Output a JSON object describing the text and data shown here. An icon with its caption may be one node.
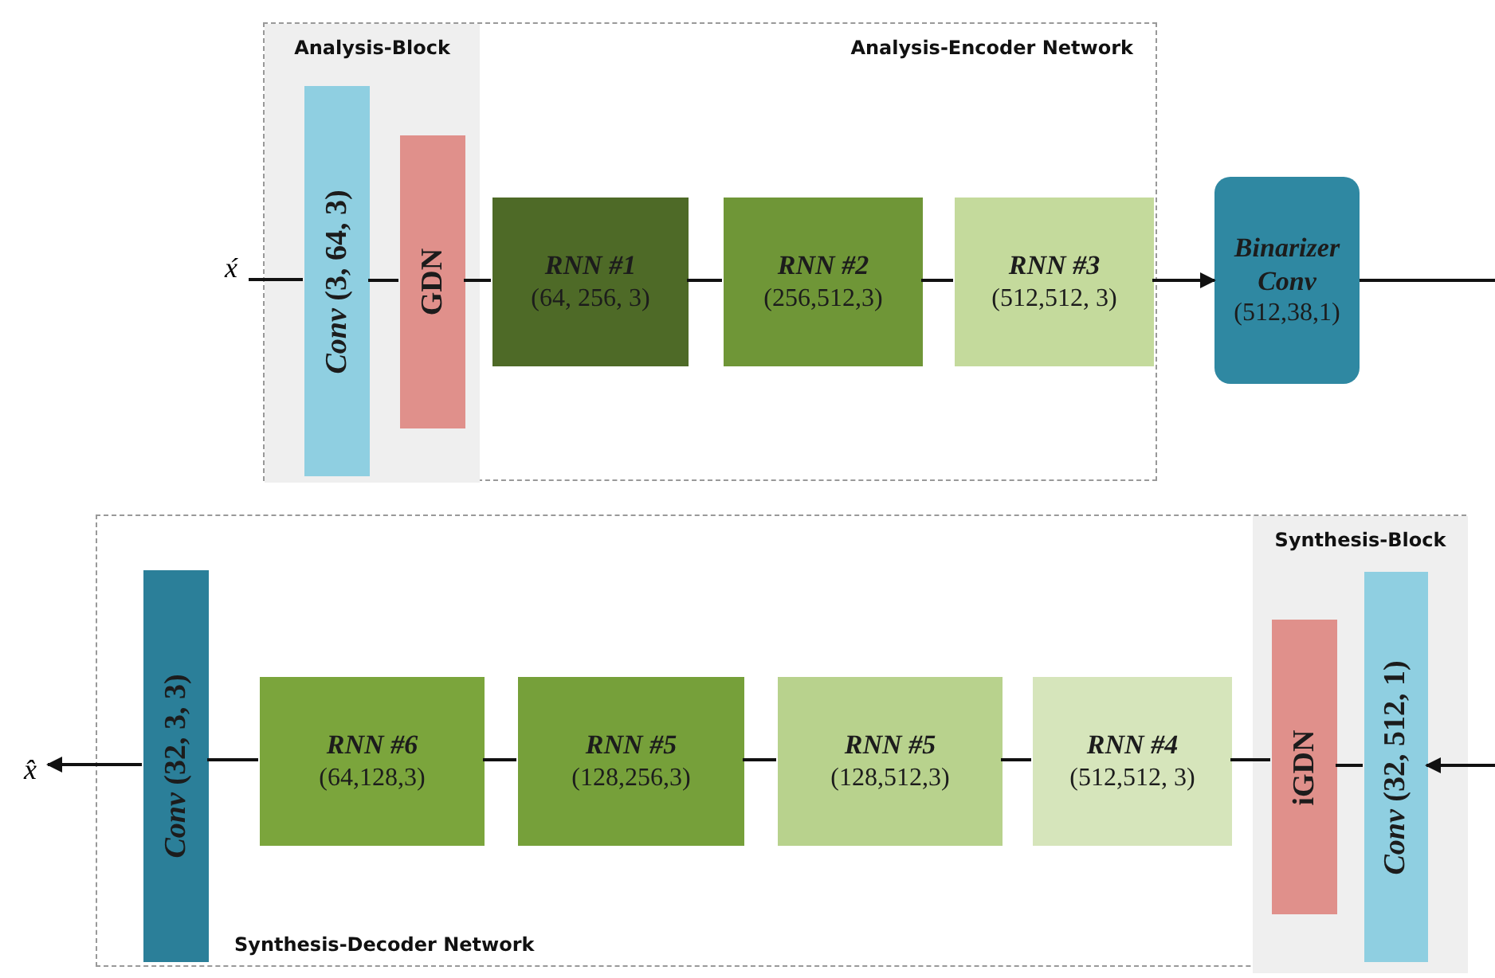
{
  "diagram": {
    "nodes": [
      {
        "text": [
          "Analysis-Encoder Network"
        ]
      },
      {
        "text": [
          "Analysis-Block"
        ],
        "in": 0
      },
      {
        "text": [
          "*Conv* (3, 64, 3)"
        ],
        "in": 1
      },
      {
        "text": [
          "GDN"
        ],
        "in": 1
      },
      {
        "text": [
          "RNN #1",
          "(64, 256, 3)"
        ],
        "in": 0
      },
      {
        "text": [
          "RNN #2",
          "(256,512,3)"
        ],
        "in": 0
      },
      {
        "text": [
          "RNN #3",
          "(512,512, 3)"
        ],
        "in": 0
      },
      {
        "text": [
          "Binarizer Conv",
          "(512,38,1)"
        ]
      },
      {
        "text": [
          "x́"
        ]
      },
      {
        "text": [
          "Synthesis-Decoder Network"
        ]
      },
      {
        "text": [
          "Synthesis-Block"
        ],
        "in": 9
      },
      {
        "text": [
          "*Conv* (32, 512, 1)"
        ],
        "in": 10
      },
      {
        "text": [
          "iGDN"
        ],
        "in": 10
      },
      {
        "text": [
          "RNN #4",
          "(512,512, 3)"
        ],
        "in": 9
      },
      {
        "text": [
          "RNN #5",
          "(128,512,3)"
        ],
        "in": 9
      },
      {
        "text": [
          "RNN #5",
          "(128,256,3)"
        ],
        "in": 9
      },
      {
        "text": [
          "RNN #6",
          "(64,128,3)"
        ],
        "in": 9
      },
      {
        "text": [
          "*Conv* (32, 3, 3)"
        ],
        "in": 9
      },
      {
        "text": [
          "x̂"
        ]
      }
    ],
    "edges": [
      {
        "from": 8,
        "to": 2,
        "arrow": "none"
      },
      {
        "from": 2,
        "to": 3,
        "arrow": "none"
      },
      {
        "from": 3,
        "to": 4,
        "arrow": "none"
      },
      {
        "from": 4,
        "to": 5,
        "arrow": "none"
      },
      {
        "from": 5,
        "to": 6,
        "arrow": "none"
      },
      {
        "from": 6,
        "to": 7,
        "arrow": "to"
      },
      {
        "from": 7,
        "to": null,
        "arrow": "none"
      },
      {
        "from": null,
        "to": 11,
        "arrow": "to"
      },
      {
        "from": 11,
        "to": 12,
        "arrow": "none"
      },
      {
        "from": 12,
        "to": 13,
        "arrow": "none"
      },
      {
        "from": 13,
        "to": 14,
        "arrow": "none"
      },
      {
        "from": 14,
        "to": 15,
        "arrow": "none"
      },
      {
        "from": 15,
        "to": 16,
        "arrow": "none"
      },
      {
        "from": 16,
        "to": 17,
        "arrow": "none"
      },
      {
        "from": 17,
        "to": 18,
        "arrow": "to"
      }
    ]
  }
}
